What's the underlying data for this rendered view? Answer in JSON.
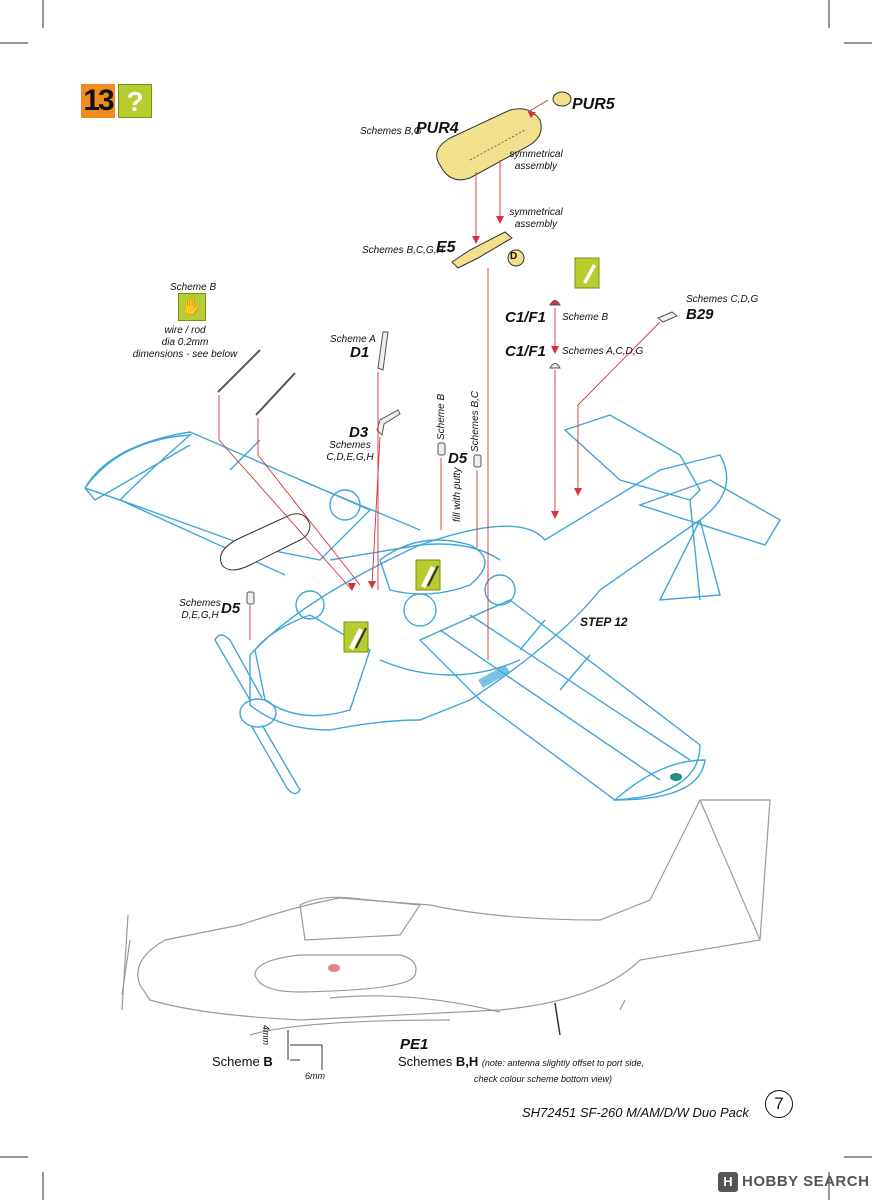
{
  "step": {
    "number": "13",
    "question_mark": "?"
  },
  "parts": {
    "pur5": "PUR5",
    "pur4_schemes": "Schemes B,G",
    "pur4": "PUR4",
    "pur4_note": [
      "symmetrical",
      "assembly"
    ],
    "e5_note": [
      "symmetrical",
      "assembly"
    ],
    "e5_schemes": "Schemes B,C,G,H",
    "e5": "E5",
    "d_mark": "D",
    "scheme_b_wire": "Scheme B",
    "wire_note": [
      "wire / rod",
      "dia 0.2mm",
      "dimensions - see below"
    ],
    "d1_scheme": "Scheme A",
    "d1": "D1",
    "d3": "D3",
    "d3_schemes": [
      "Schemes",
      "C,D,E,G,H"
    ],
    "d5_top": "D5",
    "d5_top_scheme_b": "Scheme B",
    "d5_top_scheme_bc": "Schemes B,C",
    "fill_putty": "fill with putty",
    "c1f1_a": "C1/F1",
    "c1f1_a_scheme": "Scheme B",
    "c1f1_b": "C1/F1",
    "c1f1_b_scheme": "Schemes A,C,D,G",
    "b29_schemes": "Schemes C,D,G",
    "b29": "B29",
    "d5_left_schemes": [
      "Schemes",
      "D,E,G,H"
    ],
    "d5_left": "D5",
    "step12": "STEP 12"
  },
  "side_view": {
    "scheme_label": "Scheme",
    "scheme_value": "B",
    "dim_4mm": "4mm",
    "dim_6mm": "6mm",
    "pe1": "PE1",
    "pe1_schemes_prefix": "Schemes",
    "pe1_schemes_value": "B,H",
    "pe1_note_1": "(note: antenna slightly offset to port side,",
    "pe1_note_2": "check colour scheme bottom view)"
  },
  "footer": {
    "title": "SH72451 SF-260 M/AM/D/W Duo Pack",
    "page": "7"
  },
  "watermark": {
    "logo": "H",
    "text": "HOBBY SEARCH"
  },
  "colors": {
    "outline_blue": "#41a6d8",
    "part_yellow": "#f1e08c",
    "guide_red": "#d9303a",
    "badge_orange": "#f08c1e",
    "badge_green": "#b7cc2e",
    "grey_line": "#9a9a9a"
  }
}
